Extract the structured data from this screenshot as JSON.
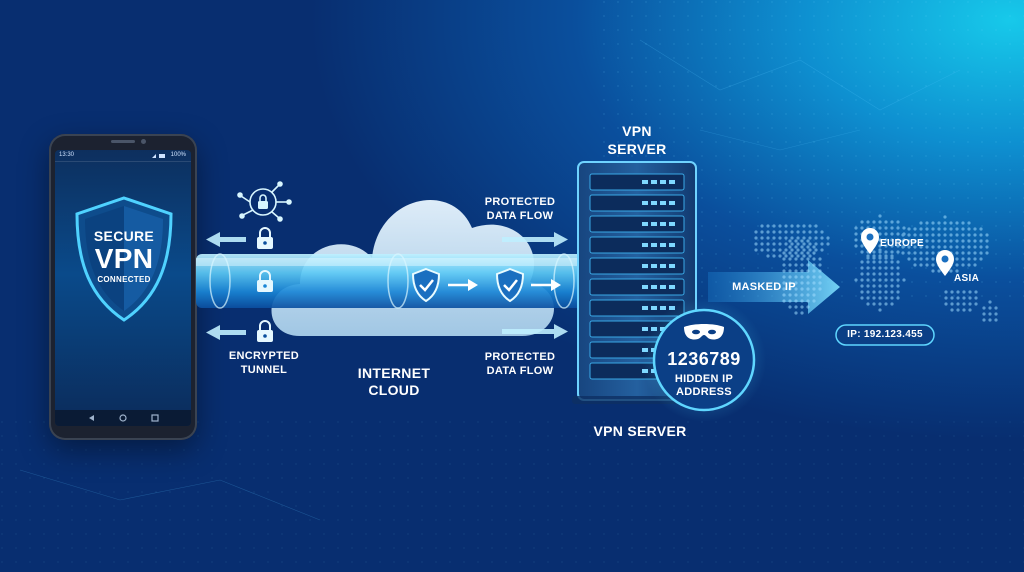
{
  "phone": {
    "status_time": "13:30",
    "battery": "100%",
    "badge_line1": "SECURE",
    "badge_line2": "VPN",
    "badge_line3": "CONNECTED"
  },
  "tunnel": {
    "label_line1": "ENCRYPTED",
    "label_line2": "TUNNEL"
  },
  "cloud": {
    "label_line1": "INTERNET",
    "label_line2": "CLOUD"
  },
  "flows": {
    "top_line1": "PROTECTED",
    "top_line2": "DATA FLOW",
    "bottom_line1": "PROTECTED",
    "bottom_line2": "DATA FLOW"
  },
  "server": {
    "top_line1": "VPN",
    "top_line2": "SERVER",
    "bottom_label": "VPN SERVER",
    "hidden_number": "1236789",
    "hidden_line1": "HIDDEN IP",
    "hidden_line2": "ADDRESS"
  },
  "masked": {
    "label": "MASKED IP"
  },
  "map": {
    "europe": "EUROPE",
    "asia": "ASIA",
    "ip": "IP: 192.123.455"
  },
  "colors": {
    "accent": "#37c8f5",
    "tunnel_light": "#7fd8ff",
    "background_dark": "#082e70"
  },
  "icons": [
    "lock-icon",
    "shield-check-icon",
    "mask-icon",
    "location-pin-icon",
    "arrow-icon",
    "network-lock-icon"
  ]
}
